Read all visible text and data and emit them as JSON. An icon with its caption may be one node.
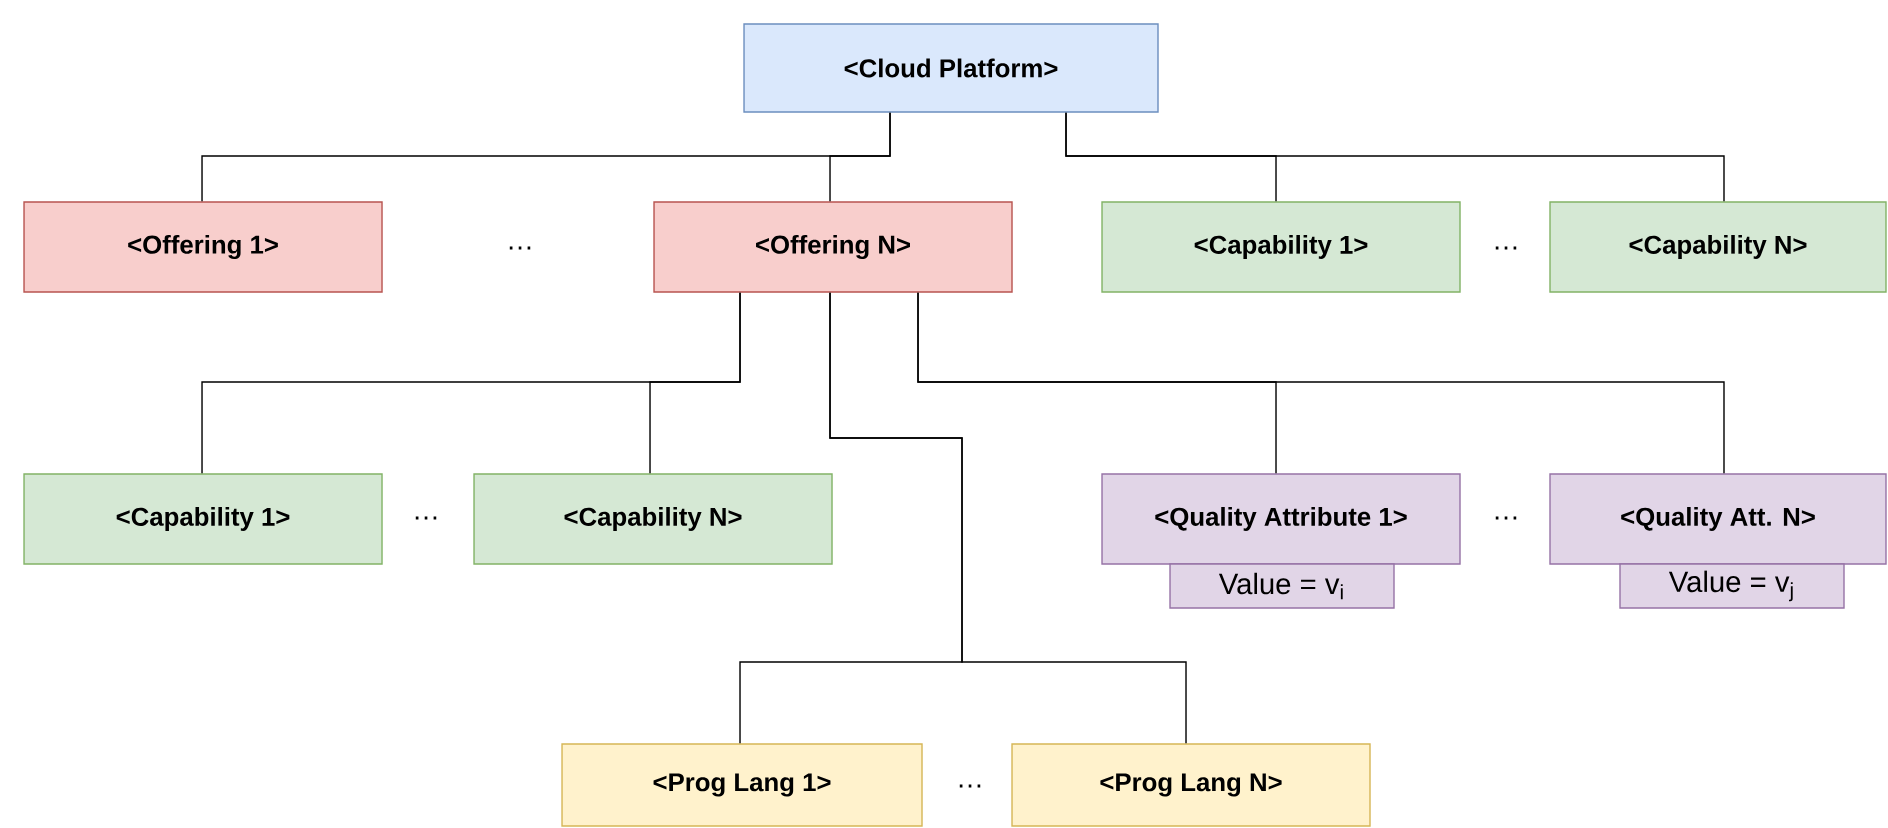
{
  "diagram": {
    "nodes": [
      {
        "text": [
          "<Cloud Platform>"
        ]
      },
      {
        "text": [
          "<Offering 1>"
        ]
      },
      {
        "text": [
          "<Offering N>"
        ]
      },
      {
        "text": [
          "<Capability 1>"
        ]
      },
      {
        "text": [
          "<Capability N>"
        ]
      },
      {
        "text": [
          "<Capability 1>"
        ]
      },
      {
        "text": [
          "<Capability N>"
        ]
      },
      {
        "text": [
          "<Quality Attribute 1>"
        ]
      },
      {
        "text": [
          "Value = v$_{i}$"
        ]
      },
      {
        "text": [
          "<Quality Att. N>"
        ]
      },
      {
        "text": [
          "Value = v$_{j}$"
        ]
      },
      {
        "text": [
          "<Prog Lang 1>"
        ]
      },
      {
        "text": [
          "<Prog Lang N>"
        ]
      }
    ],
    "edges": [
      {
        "from": 0,
        "to": 1,
        "arrow": "none"
      },
      {
        "from": 0,
        "to": 2,
        "arrow": "none"
      },
      {
        "from": 0,
        "to": 3,
        "arrow": "none"
      },
      {
        "from": 0,
        "to": 4,
        "arrow": "none"
      },
      {
        "from": 2,
        "to": 5,
        "arrow": "none"
      },
      {
        "from": 2,
        "to": 6,
        "arrow": "none"
      },
      {
        "from": 2,
        "to": 11,
        "arrow": "none"
      },
      {
        "from": 2,
        "to": 12,
        "arrow": "none"
      },
      {
        "from": 2,
        "to": 7,
        "arrow": "none"
      },
      {
        "from": 2,
        "to": 9,
        "arrow": "none"
      }
    ],
    "labels": [
      "…",
      "…",
      "…",
      "…",
      "…"
    ]
  }
}
